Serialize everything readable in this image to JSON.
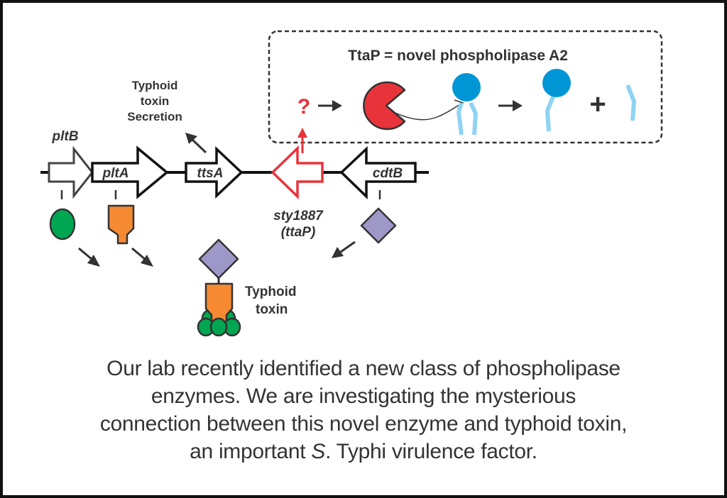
{
  "inset": {
    "title": "TtaP = novel phospholipase A2",
    "question_mark": "?",
    "plus": "+"
  },
  "labels": {
    "secretion": [
      "Typhoid",
      "toxin",
      "Secretion"
    ],
    "toxin": [
      "Typhoid",
      "toxin"
    ]
  },
  "genes": [
    {
      "name": "pltB",
      "direction": "forward",
      "color": "#333333"
    },
    {
      "name": "pltA",
      "direction": "forward",
      "color": "#111111"
    },
    {
      "name": "ttsA",
      "direction": "forward",
      "color": "#111111"
    },
    {
      "name": "sty1887",
      "alias": "(ttaP)",
      "direction": "reverse",
      "color": "#e8333a"
    },
    {
      "name": "cdtB",
      "direction": "reverse",
      "color": "#111111"
    }
  ],
  "colors": {
    "pltB_protein": "#00a651",
    "pltA_protein": "#f58a33",
    "cdtB_protein": "#9e98c9",
    "enzyme": "#e8333a",
    "lipid_head": "#0096d6",
    "lipid_tail": "#8fd3f4",
    "highlight": "#e8333a"
  },
  "caption": {
    "line1": "Our lab recently identified a new class of phospholipase",
    "line2": "enzymes. We are investigating the mysterious",
    "line3": "connection between this novel enzyme and typhoid toxin,",
    "line4_pre": "an important ",
    "line4_italic": "S",
    "line4_post": ". Typhi virulence factor."
  }
}
